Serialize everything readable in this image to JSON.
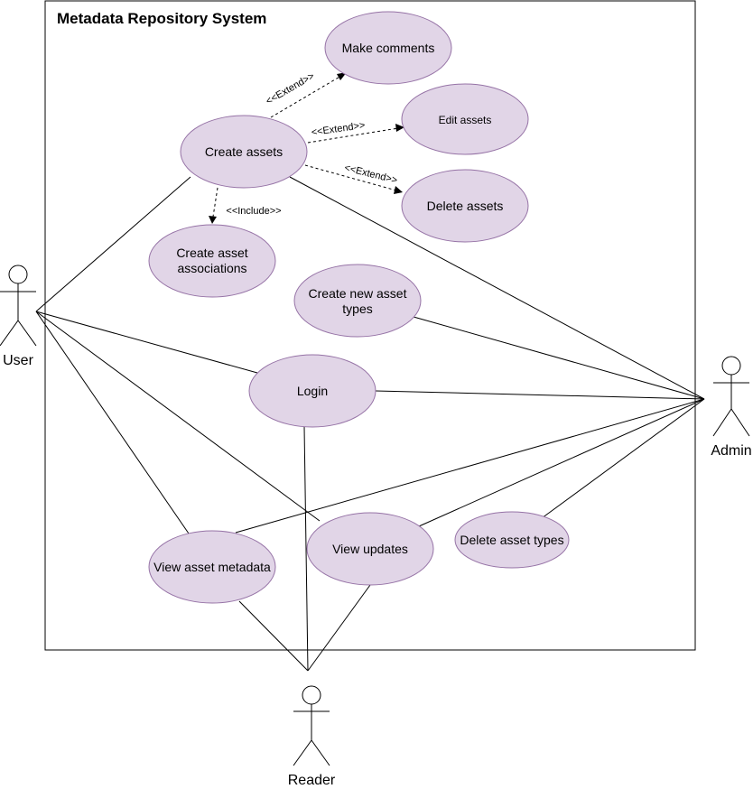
{
  "diagram": {
    "system_title": "Metadata Repository System",
    "colors": {
      "usecase_fill": "#e1d5e7",
      "usecase_stroke": "#9673a6",
      "line": "#000000",
      "background": "#ffffff"
    },
    "actors": {
      "user": "User",
      "admin": "Admin",
      "reader": "Reader"
    },
    "usecases": {
      "make_comments": "Make comments",
      "edit_assets": "Edit assets",
      "create_assets": "Create assets",
      "delete_assets": "Delete assets",
      "create_asset_associations_line1": "Create asset",
      "create_asset_associations_line2": "associations",
      "create_new_asset_types_line1": "Create new asset",
      "create_new_asset_types_line2": "types",
      "login": "Login",
      "view_asset_metadata": "View asset metadata",
      "view_updates": "View updates",
      "delete_asset_types": "Delete asset types"
    },
    "relations": {
      "extend_make_comments": "<<Extend>>",
      "extend_edit_assets": "<<Extend>>",
      "extend_delete_assets": "<<Extend>>",
      "include_create_associations": "<<Include>>"
    }
  }
}
